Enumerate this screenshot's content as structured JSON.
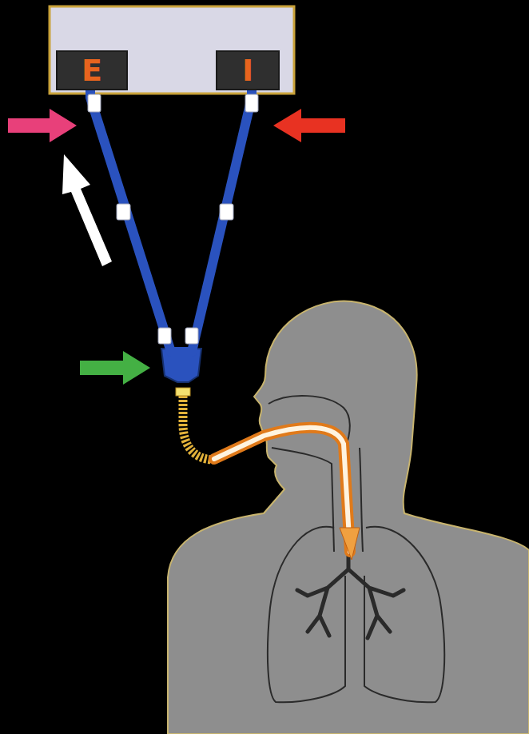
{
  "diagram": {
    "nodes": [
      {
        "text": [
          "E"
        ]
      },
      {
        "text": [
          "I"
        ]
      }
    ],
    "edges": [
      {
        "from": 1,
        "to": 0,
        "arrow": "none"
      }
    ]
  }
}
